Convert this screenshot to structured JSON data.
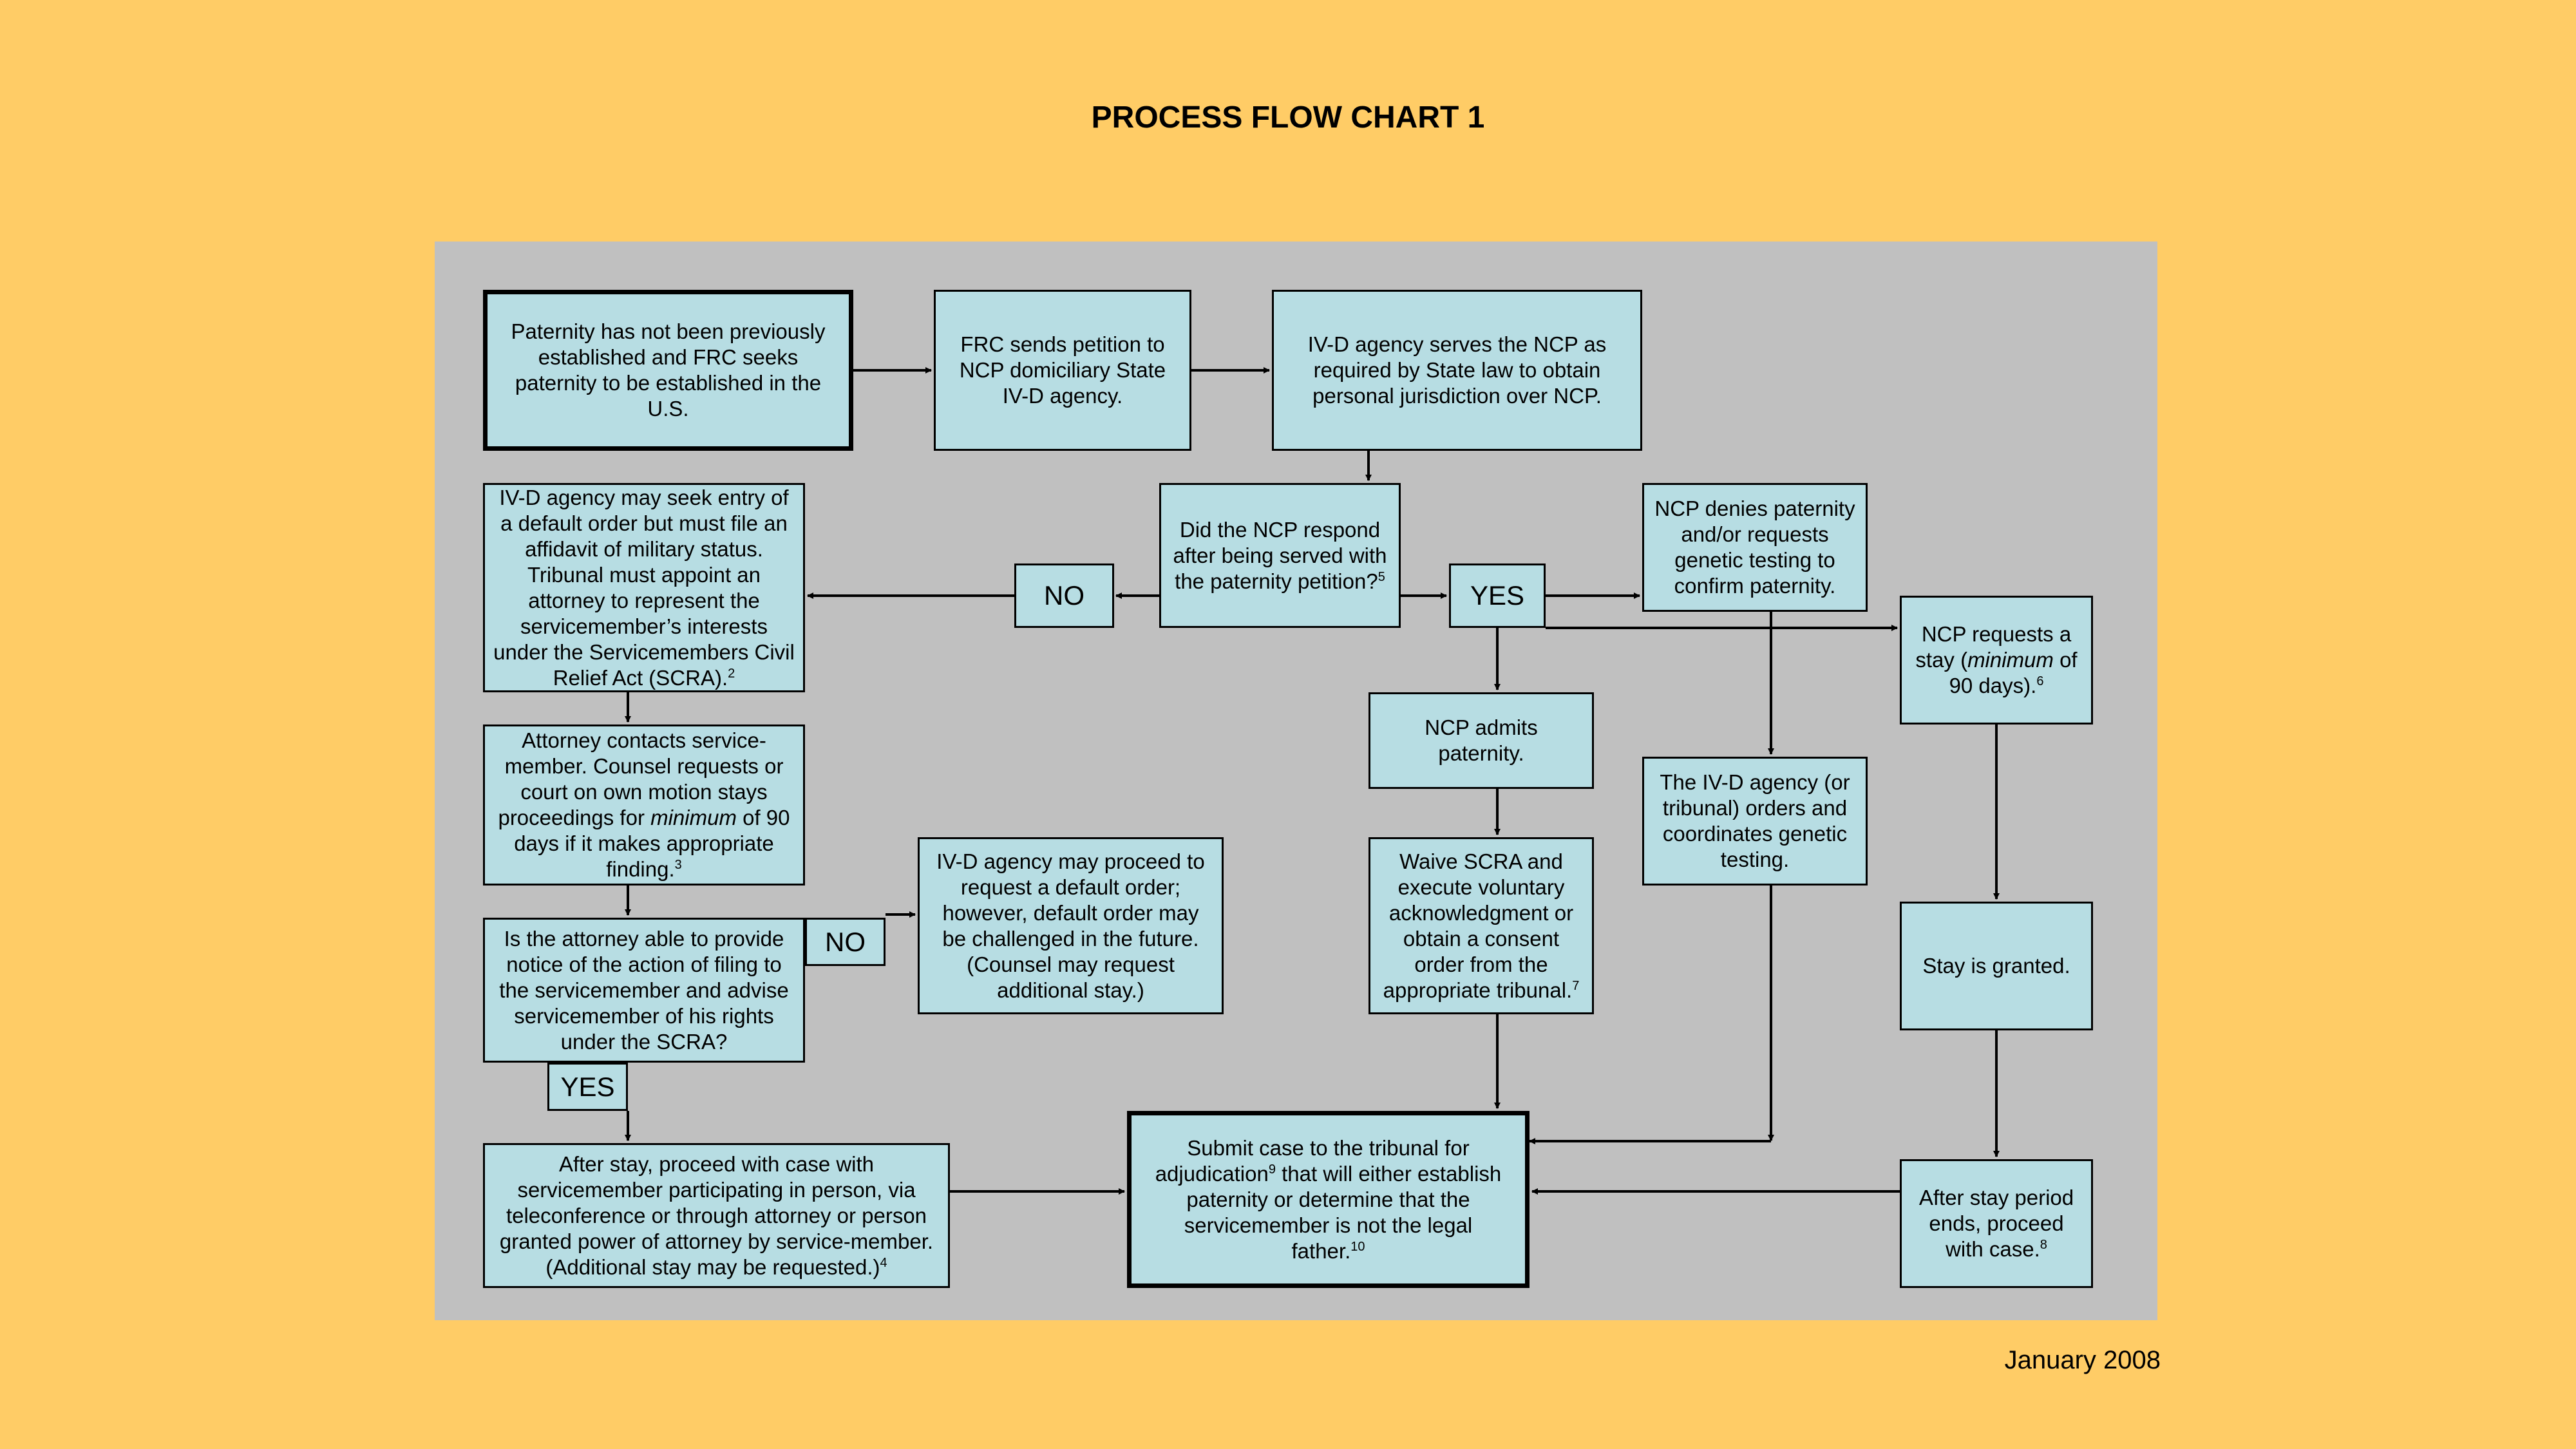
{
  "title": "PROCESS FLOW CHART 1",
  "date": "January 2008",
  "colors": {
    "background": "#FFCC66",
    "panel": "#C0C0C0",
    "box": "#B7DDE3"
  },
  "boxes": {
    "start": "Paternity has not been previously established and FRC seeks paternity to be established in the U.S.",
    "frc_sends": "FRC sends petition to NCP domiciliary State IV-D agency.",
    "ivd_serves": "IV-D agency serves the NCP as required by State law to obtain personal jurisdiction over NCP.",
    "ncp_respond": {
      "text": "Did the NCP respond after being served with the paternity petition?",
      "note": "5"
    },
    "no_tag_1": "NO",
    "yes_tag_1": "YES",
    "default_order": {
      "text": "IV-D agency may seek entry of a default order but must file an affidavit of military status. Tribunal must appoint an attorney to represent the servicemember’s interests under the Servicemembers Civil Relief Act (SCRA).",
      "note": "2"
    },
    "attorney_contacts": {
      "text_before": "Attorney contacts service-member. Counsel requests or court on own motion stays proceedings for ",
      "emphasis": "minimum",
      "text_after": " of 90 days if it makes appropriate finding.",
      "note": "3"
    },
    "attorney_able": "Is the attorney able to provide notice of the action of filing to the servicemember and advise servicemember of his rights under the SCRA?",
    "no_tag_2": "NO",
    "yes_tag_2": "YES",
    "may_proceed": "IV-D agency may proceed to request a default order; however, default order may be challenged in the future. (Counsel may request additional stay.)",
    "after_stay": {
      "text": "After stay, proceed with case with servicemember participating in person, via teleconference or through attorney or person granted power of attorney by service-member. (Additional stay may be requested.)",
      "note": "4"
    },
    "denies": "NCP denies paternity and/or requests genetic testing to confirm paternity.",
    "requests_stay": {
      "text_before": "NCP requests a stay (",
      "emphasis": "minimum",
      "text_after": " of 90 days).",
      "note": "6"
    },
    "admits": "NCP admits paternity.",
    "waive": {
      "text": "Waive SCRA and execute voluntary acknowledgment or obtain a consent order from the appropriate tribunal.",
      "note": "7"
    },
    "genetic": "The IV-D agency (or tribunal) orders and coordinates genetic testing.",
    "stay_granted": "Stay is granted.",
    "stay_ends": {
      "text": "After stay period ends, proceed with case.",
      "note": "8"
    },
    "submit": {
      "text_a": "Submit case to the tribunal for adjudication",
      "note_a": "9",
      "text_b": " that will either establish paternity or determine that the servicemember is not the legal father.",
      "note_b": "10"
    }
  }
}
